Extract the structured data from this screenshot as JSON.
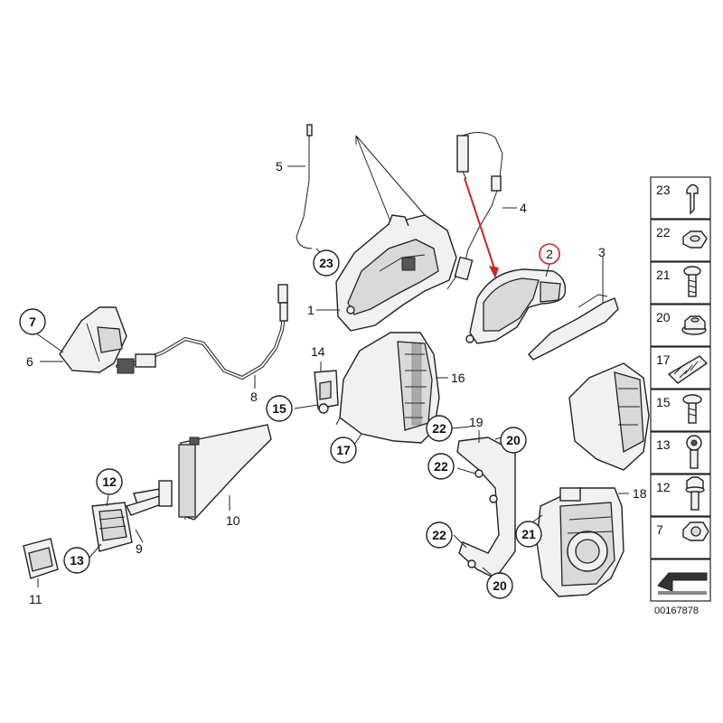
{
  "labels": {
    "l1": "1",
    "l2": "2",
    "l3": "3",
    "l4": "4",
    "l5": "5",
    "l6": "6",
    "l7": "7",
    "l8": "8",
    "l9": "9",
    "l10": "10",
    "l11": "11",
    "l12": "12",
    "l13": "13",
    "l14": "14",
    "l15": "15",
    "l16": "16",
    "l17": "17",
    "l18": "18",
    "l19": "19",
    "l20a": "20",
    "l20b": "20",
    "l21": "21",
    "l22a": "22",
    "l22b": "22",
    "l22c": "22",
    "l23": "23"
  },
  "sidebar": {
    "items": [
      "23",
      "22",
      "21",
      "20",
      "17",
      "15",
      "13",
      "12",
      "7"
    ]
  },
  "diagram_code": "00167878",
  "colors": {
    "highlight": "#d62020",
    "arrow": "#c62828",
    "line": "#222222"
  }
}
